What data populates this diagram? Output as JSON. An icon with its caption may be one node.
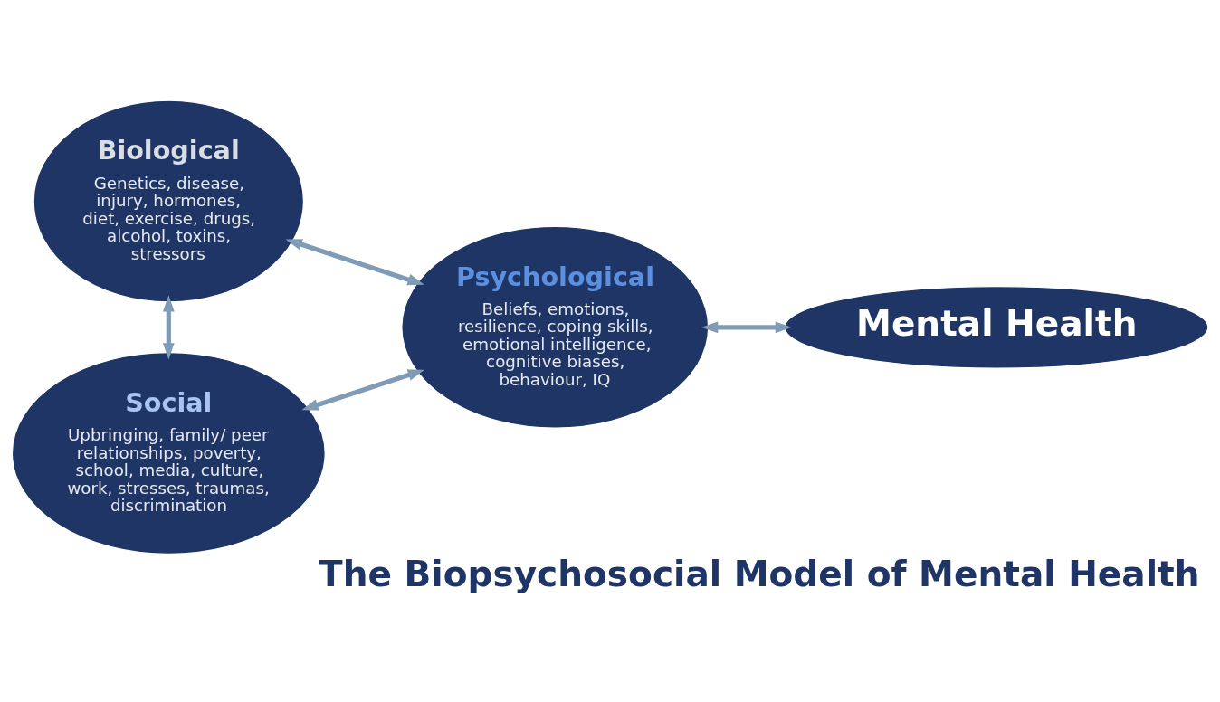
{
  "diagram": {
    "title": "The Biopsychosocial Model of Mental Health",
    "nodes": [
      {
        "text": [
          "Biological",
          "Genetics, disease, injury, hormones, diet, exercise, drugs, alcohol, toxins, stressors"
        ]
      },
      {
        "text": [
          "Psychological",
          "Beliefs, emotions, resilience, coping skills, emotional intelligence, cognitive biases, behaviour, IQ"
        ]
      },
      {
        "text": [
          "Mental Health"
        ]
      },
      {
        "text": [
          "Social",
          "Upbringing, family/ peer relationships, poverty, school, media, culture, work, stresses, traumas, discrimination"
        ]
      }
    ],
    "edges": [
      {
        "from": 0,
        "to": 1,
        "arrow": "both"
      },
      {
        "from": 0,
        "to": 3,
        "arrow": "both"
      },
      {
        "from": 3,
        "to": 1,
        "arrow": "both"
      },
      {
        "from": 1,
        "to": 2,
        "arrow": "both"
      }
    ]
  }
}
